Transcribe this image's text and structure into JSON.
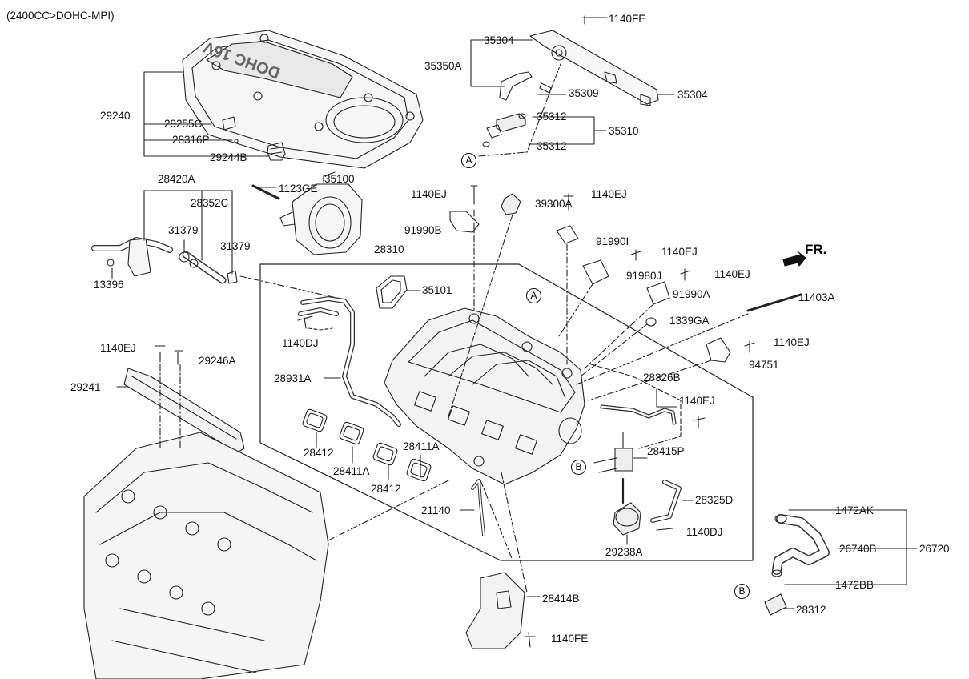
{
  "header": {
    "engine_spec": "(2400CC>DOHC-MPI)"
  },
  "direction": {
    "front_label": "FR."
  },
  "cover_text": "DOHC 16V",
  "callouts": {
    "a": "A",
    "b": "B"
  },
  "parts": {
    "p1140FE_top": "1140FE",
    "p35304_a": "35304",
    "p35350A": "35350A",
    "p35309": "35309",
    "p35304_b": "35304",
    "p35312_a": "35312",
    "p35310": "35310",
    "p35312_b": "35312",
    "p29240": "29240",
    "p29255C": "29255C",
    "p28316P": "28316P",
    "p29244B": "29244B",
    "p28420A": "28420A",
    "p1123GE": "1123GE",
    "p35100": "35100",
    "p28352C": "28352C",
    "p31379_a": "31379",
    "p31379_b": "31379",
    "p13396": "13396",
    "p1140EJ_a": "1140EJ",
    "p39300A": "39300A",
    "p1140EJ_b": "1140EJ",
    "p91990B": "91990B",
    "p91990I": "91990I",
    "p28310": "28310",
    "p1140EJ_c": "1140EJ",
    "p91980J": "91980J",
    "p1140EJ_d": "1140EJ",
    "p35101": "35101",
    "p91990A": "91990A",
    "p11403A": "11403A",
    "p1339GA": "1339GA",
    "p1140DJ_a": "1140DJ",
    "p1140EJ_e": "1140EJ",
    "p94751": "94751",
    "p1140EJ_f": "1140EJ",
    "p29246A": "29246A",
    "p28931A": "28931A",
    "p28326B": "28326B",
    "p1140EJ_g": "1140EJ",
    "p29241": "29241",
    "p28412_a": "28412",
    "p28411A_a": "28411A",
    "p28411A_b": "28411A",
    "p28412_b": "28412",
    "p28415P": "28415P",
    "p21140": "21140",
    "p28325D": "28325D",
    "p1140DJ_b": "1140DJ",
    "p29238A": "29238A",
    "p1472AK": "1472AK",
    "p26740B": "26740B",
    "p26720": "26720",
    "p1472BB": "1472BB",
    "p28414B": "28414B",
    "p28312": "28312",
    "p1140FE_bot": "1140FE"
  }
}
